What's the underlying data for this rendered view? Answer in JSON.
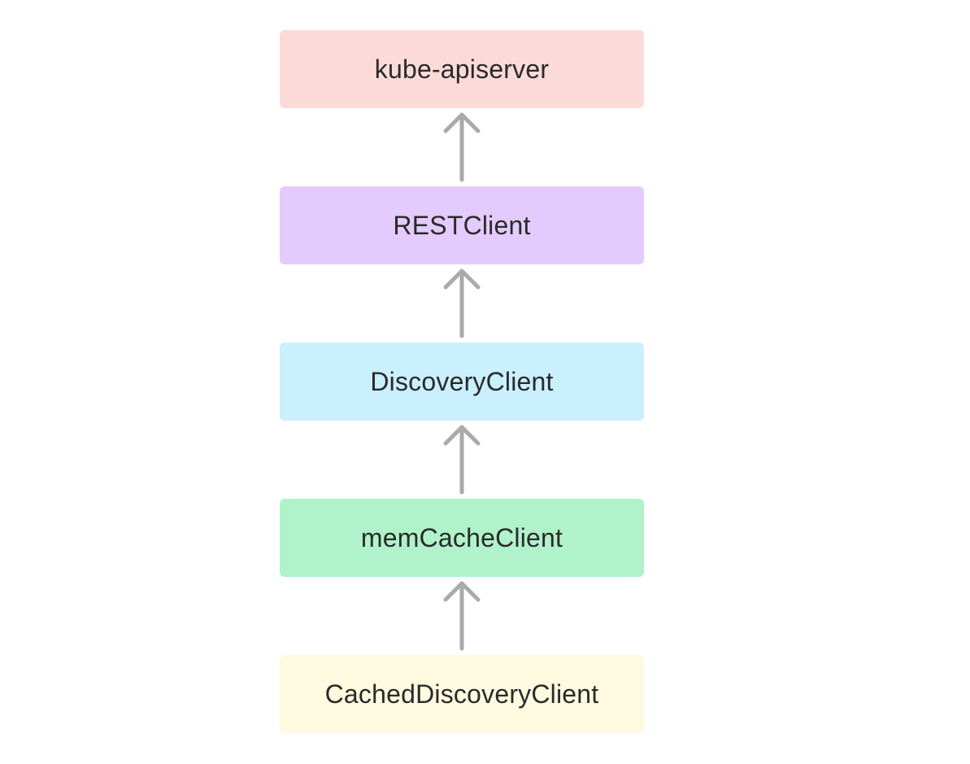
{
  "diagram": {
    "nodes": [
      {
        "label": "kube-apiserver",
        "color": "#fddada"
      },
      {
        "label": "RESTClient",
        "color": "#e4cbfd"
      },
      {
        "label": "DiscoveryClient",
        "color": "#caeffd"
      },
      {
        "label": "memCacheClient",
        "color": "#b0f2c9"
      },
      {
        "label": "CachedDiscoveryClient",
        "color": "#fefadf"
      }
    ],
    "edges": [
      {
        "from": "RESTClient",
        "to": "kube-apiserver"
      },
      {
        "from": "DiscoveryClient",
        "to": "RESTClient"
      },
      {
        "from": "memCacheClient",
        "to": "DiscoveryClient"
      },
      {
        "from": "CachedDiscoveryClient",
        "to": "memCacheClient"
      }
    ],
    "arrow_color": "#aaaaaa",
    "arrow_icon": "arrow-up-icon"
  }
}
